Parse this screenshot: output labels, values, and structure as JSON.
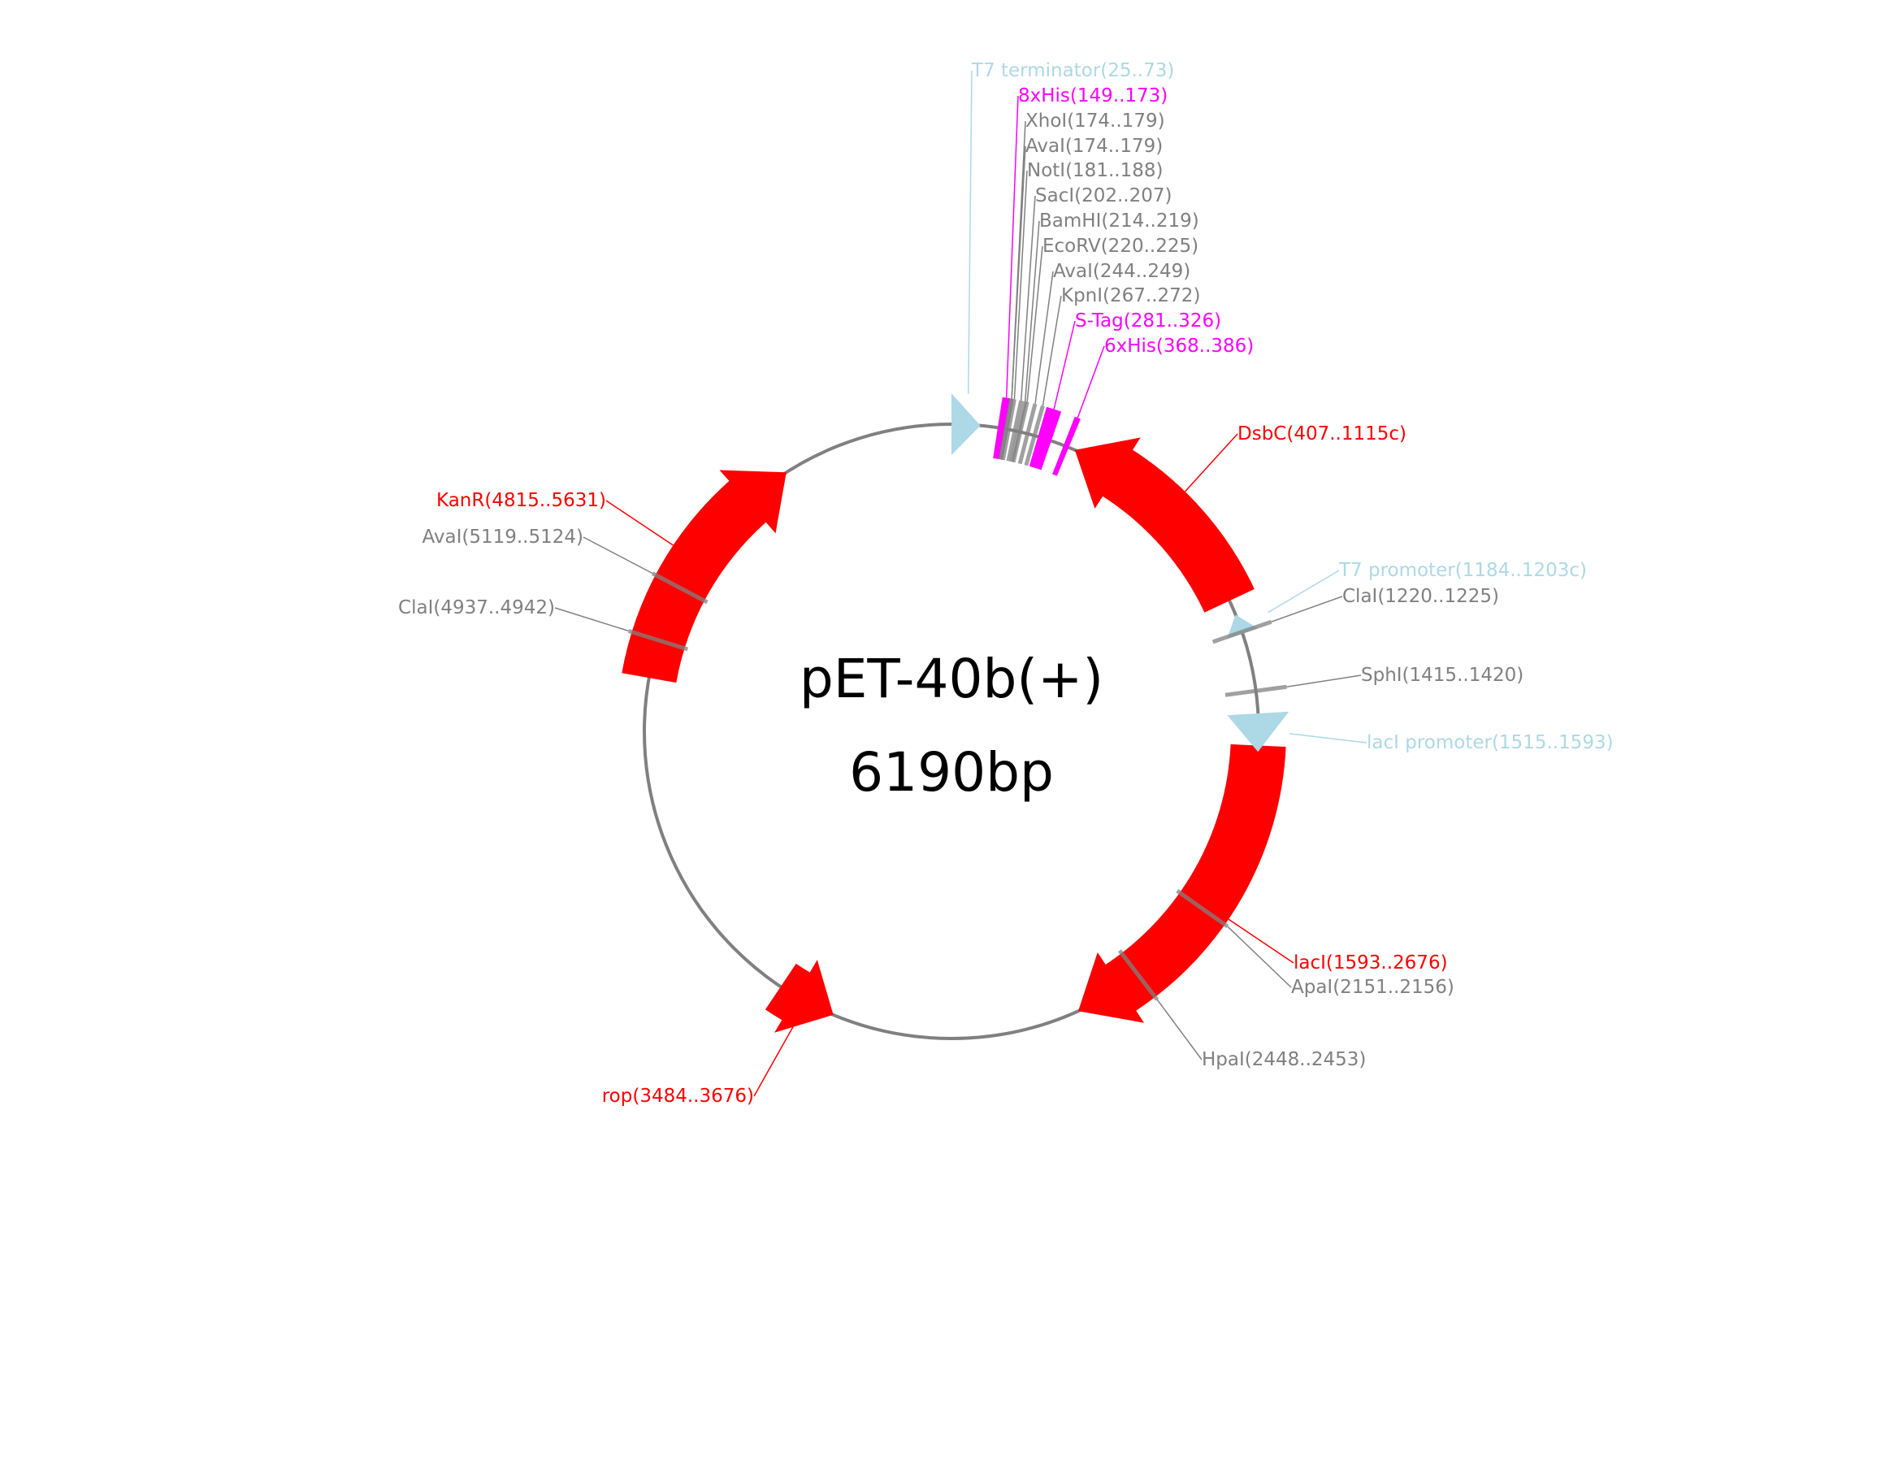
{
  "plasmid": {
    "name": "pET-40b(+)",
    "size_label": "6190bp",
    "length": 6190
  },
  "colors": {
    "backbone": "#808080",
    "cds": "#ff0000",
    "tag": "#ff00ff",
    "regulatory": "#add8e6",
    "site": "#808080"
  },
  "features": [
    {
      "id": "t7-terminator",
      "label": "T7 terminator(25..73)",
      "start": 25,
      "end": 73,
      "kind": "regulatory"
    },
    {
      "id": "8xhis",
      "label": "8xHis(149..173)",
      "start": 149,
      "end": 173,
      "kind": "tag"
    },
    {
      "id": "xhoi",
      "label": "XhoI(174..179)",
      "start": 174,
      "end": 179,
      "kind": "site"
    },
    {
      "id": "avai-1",
      "label": "AvaI(174..179)",
      "start": 174,
      "end": 179,
      "kind": "site"
    },
    {
      "id": "noti",
      "label": "NotI(181..188)",
      "start": 181,
      "end": 188,
      "kind": "site"
    },
    {
      "id": "saci",
      "label": "SacI(202..207)",
      "start": 202,
      "end": 207,
      "kind": "site"
    },
    {
      "id": "bamhi",
      "label": "BamHI(214..219)",
      "start": 214,
      "end": 219,
      "kind": "site"
    },
    {
      "id": "ecorv",
      "label": "EcoRV(220..225)",
      "start": 220,
      "end": 225,
      "kind": "site"
    },
    {
      "id": "avai-2",
      "label": "AvaI(244..249)",
      "start": 244,
      "end": 249,
      "kind": "site"
    },
    {
      "id": "kpni",
      "label": "KpnI(267..272)",
      "start": 267,
      "end": 272,
      "kind": "site"
    },
    {
      "id": "s-tag",
      "label": "S-Tag(281..326)",
      "start": 281,
      "end": 326,
      "kind": "tag"
    },
    {
      "id": "6xhis",
      "label": "6xHis(368..386)",
      "start": 368,
      "end": 386,
      "kind": "tag"
    },
    {
      "id": "dsbc",
      "label": "DsbC(407..1115c)",
      "start": 407,
      "end": 1115,
      "kind": "cds"
    },
    {
      "id": "t7-promoter",
      "label": "T7 promoter(1184..1203c)",
      "start": 1184,
      "end": 1203,
      "kind": "regulatory"
    },
    {
      "id": "clai-1",
      "label": "ClaI(1220..1225)",
      "start": 1220,
      "end": 1225,
      "kind": "site"
    },
    {
      "id": "sphi",
      "label": "SphI(1415..1420)",
      "start": 1415,
      "end": 1420,
      "kind": "site"
    },
    {
      "id": "laci-promoter",
      "label": "lacI promoter(1515..1593)",
      "start": 1515,
      "end": 1593,
      "kind": "regulatory"
    },
    {
      "id": "laci",
      "label": "lacI(1593..2676)",
      "start": 1593,
      "end": 2676,
      "kind": "cds"
    },
    {
      "id": "apai",
      "label": "ApaI(2151..2156)",
      "start": 2151,
      "end": 2156,
      "kind": "site"
    },
    {
      "id": "hpai",
      "label": "HpaI(2448..2453)",
      "start": 2448,
      "end": 2453,
      "kind": "site"
    },
    {
      "id": "rop",
      "label": "rop(3484..3676)",
      "start": 3484,
      "end": 3676,
      "kind": "cds"
    },
    {
      "id": "clai-2",
      "label": "ClaI(4937..4942)",
      "start": 4937,
      "end": 4942,
      "kind": "site"
    },
    {
      "id": "kanr",
      "label": "KanR(4815..5631)",
      "start": 4815,
      "end": 5631,
      "kind": "cds"
    },
    {
      "id": "avai-3",
      "label": "AvaI(5119..5124)",
      "start": 5119,
      "end": 5124,
      "kind": "site"
    }
  ]
}
